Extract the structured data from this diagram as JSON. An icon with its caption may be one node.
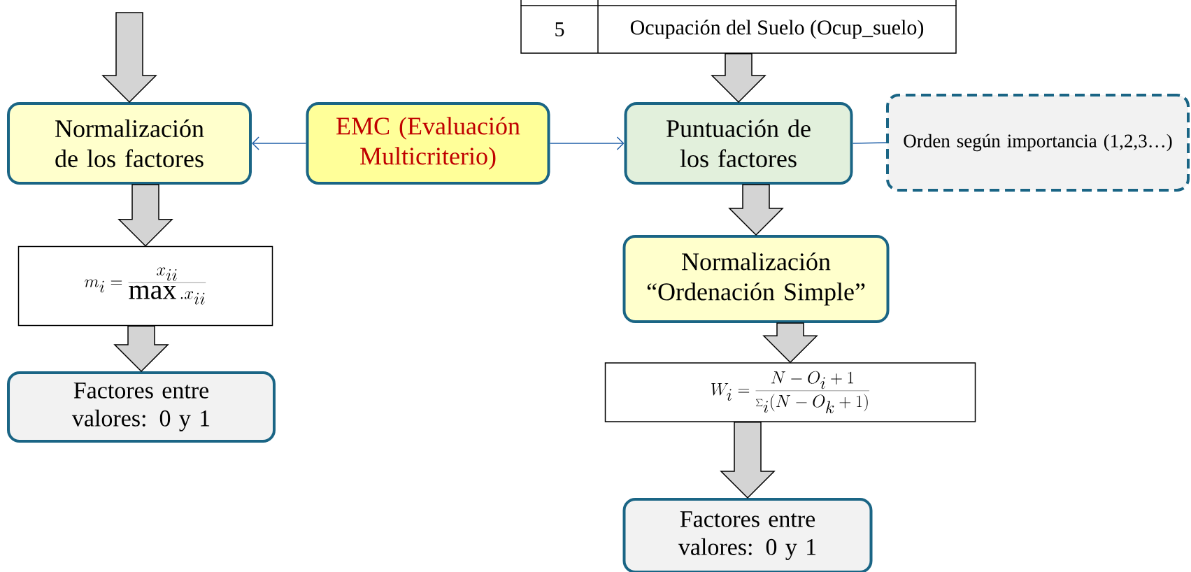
{
  "diagram": {
    "nodes": [
      {
        "text": [
          "5",
          "Ocupación del Suelo (Ocup_suelo)"
        ]
      },
      {
        "text": [
          "Normalización de los factores"
        ]
      },
      {
        "text": [
          "EMC (Evaluación Multicriterio)"
        ]
      },
      {
        "text": [
          "Puntuación de los factores"
        ]
      },
      {
        "text": [
          "Orden según importancia (1,2,3…)"
        ]
      },
      {
        "text": [
          "m_{i} = \\frac{x_{ii}}{\\max .x_{ii}}"
        ]
      },
      {
        "text": [
          "Factores entre valores: 0 y 1"
        ]
      },
      {
        "text": [
          "Normalización “Ordenación Simple”"
        ]
      },
      {
        "text": [
          "W_{i} = \\frac{N - O_{i} + 1}{\\sum_{i}(N - O_{k} + 1)}"
        ]
      },
      {
        "text": [
          "Factores entre valores: 0 y 1"
        ]
      }
    ],
    "edges": [
      {
        "from": null,
        "to": 1,
        "arrow": "to",
        "style": "thick"
      },
      {
        "from": 2,
        "to": 1,
        "arrow": "to",
        "color": "#1f5fa8"
      },
      {
        "from": 2,
        "to": 3,
        "arrow": "to",
        "color": "#1f5fa8"
      },
      {
        "from": 3,
        "to": 4,
        "arrow": "none",
        "color": "#1f5fa8"
      },
      {
        "from": 0,
        "to": 3,
        "arrow": "to",
        "style": "thick"
      },
      {
        "from": 1,
        "to": 5,
        "arrow": "to",
        "style": "thick"
      },
      {
        "from": 5,
        "to": 6,
        "arrow": "to",
        "style": "thick"
      },
      {
        "from": 3,
        "to": 7,
        "arrow": "to",
        "style": "thick"
      },
      {
        "from": 7,
        "to": 8,
        "arrow": "to",
        "style": "thick"
      },
      {
        "from": 8,
        "to": 9,
        "arrow": "to",
        "style": "thick"
      }
    ]
  }
}
